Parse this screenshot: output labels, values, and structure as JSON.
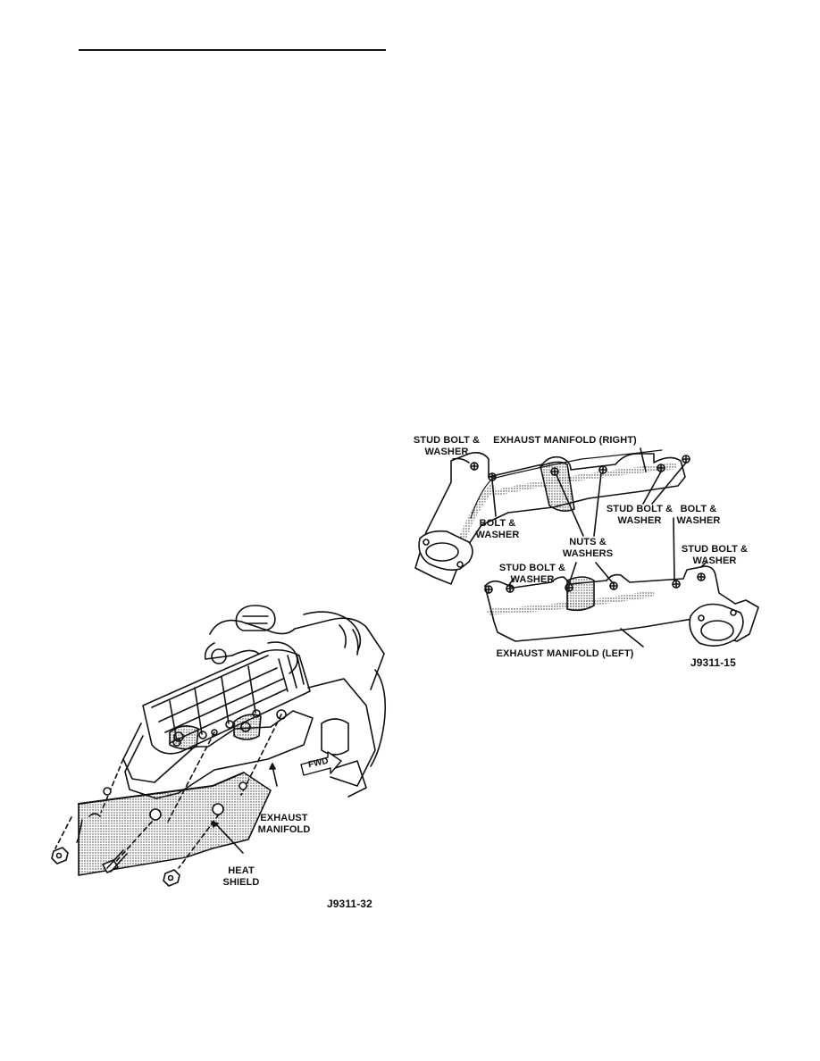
{
  "figure_heat_shield": {
    "labels": {
      "exhaust_manifold": "EXHAUST\nMANIFOLD",
      "heat_shield": "HEAT\nSHIELD",
      "fwd": "FWD"
    },
    "code": "J9311-32"
  },
  "figure_manifolds": {
    "labels": {
      "stud_bolt_washer_top_left": "STUD BOLT &\nWASHER",
      "exhaust_manifold_right": "EXHAUST MANIFOLD (RIGHT)",
      "bolt_washer_left": "BOLT  &\nWASHER",
      "stud_bolt_washer_right_mid": "STUD BOLT &\nWASHER",
      "bolt_washer_right": "BOLT  &\nWASHER",
      "nuts_washers": "NUTS &\nWASHERS",
      "stud_bolt_washer_far_right": "STUD BOLT &\nWASHER",
      "stud_bolt_washer_lower": "STUD BOLT &\nWASHER",
      "exhaust_manifold_left": "EXHAUST MANIFOLD (LEFT)"
    },
    "code": "J9311-15"
  }
}
